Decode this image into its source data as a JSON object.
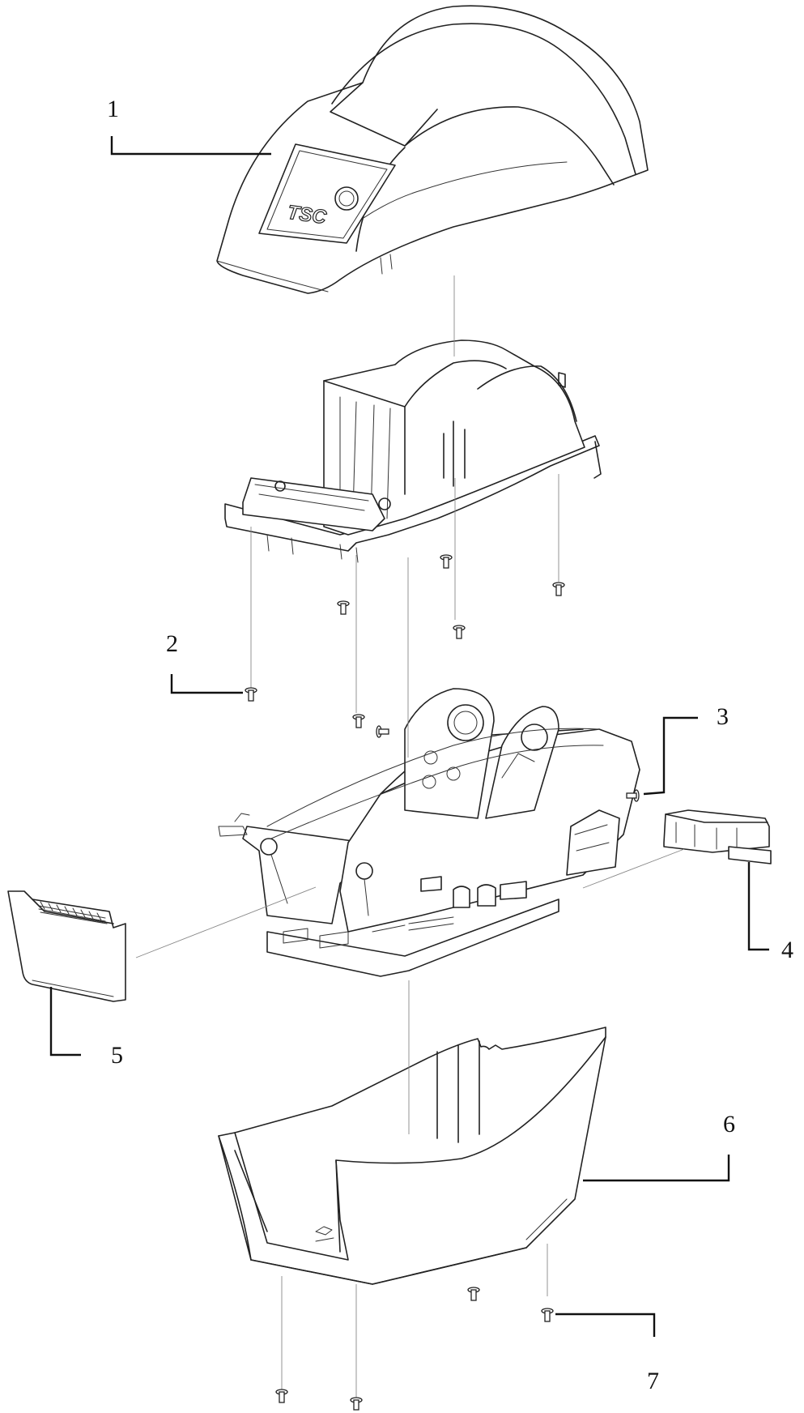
{
  "diagram": {
    "brand_logo": "TSC",
    "callouts": [
      {
        "id": "1",
        "label": "1"
      },
      {
        "id": "2",
        "label": "2"
      },
      {
        "id": "3",
        "label": "3"
      },
      {
        "id": "4",
        "label": "4"
      },
      {
        "id": "5",
        "label": "5"
      },
      {
        "id": "6",
        "label": "6"
      },
      {
        "id": "7",
        "label": "7"
      }
    ]
  }
}
